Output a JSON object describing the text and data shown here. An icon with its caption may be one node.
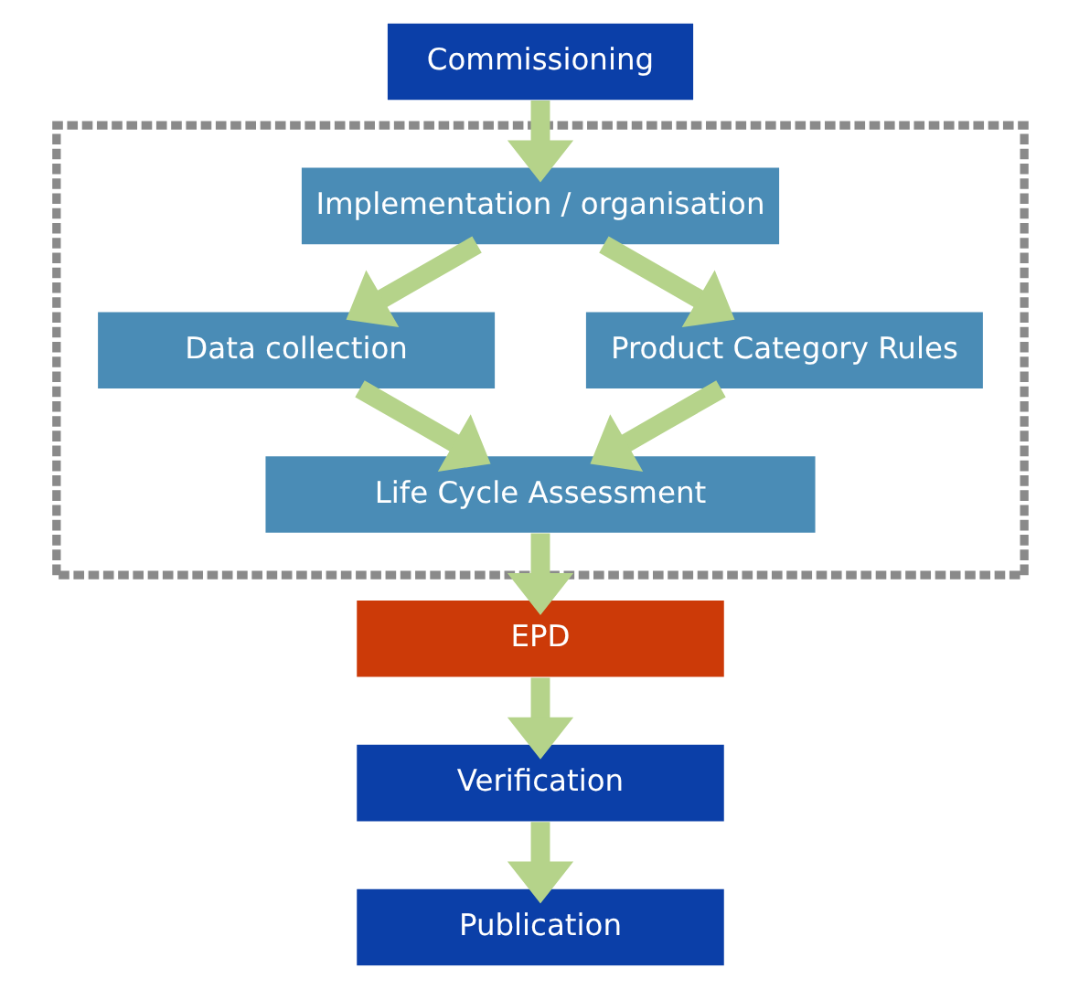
{
  "diagram": {
    "nodes": [
      {
        "text": [
          "Commissioning"
        ]
      },
      {
        "text": [],
        "shape": "box"
      },
      {
        "text": [
          "Implementation / organisation"
        ],
        "in": 1
      },
      {
        "text": [
          "Data collection"
        ],
        "in": 1
      },
      {
        "text": [
          "Product Category Rules"
        ],
        "in": 1
      },
      {
        "text": [
          "Life Cycle Assessment"
        ],
        "in": 1
      },
      {
        "text": [
          "EPD"
        ]
      },
      {
        "text": [
          "Verification"
        ]
      },
      {
        "text": [
          "Publication"
        ]
      }
    ],
    "edges": [
      {
        "from": 0,
        "to": 2,
        "arrow": "to"
      },
      {
        "from": 2,
        "to": 3,
        "arrow": "to"
      },
      {
        "from": 2,
        "to": 4,
        "arrow": "to"
      },
      {
        "from": 3,
        "to": 5,
        "arrow": "to"
      },
      {
        "from": 4,
        "to": 5,
        "arrow": "to"
      },
      {
        "from": 5,
        "to": 6,
        "arrow": "to"
      },
      {
        "from": 6,
        "to": 7,
        "arrow": "to"
      },
      {
        "from": 7,
        "to": 8,
        "arrow": "to"
      }
    ]
  }
}
